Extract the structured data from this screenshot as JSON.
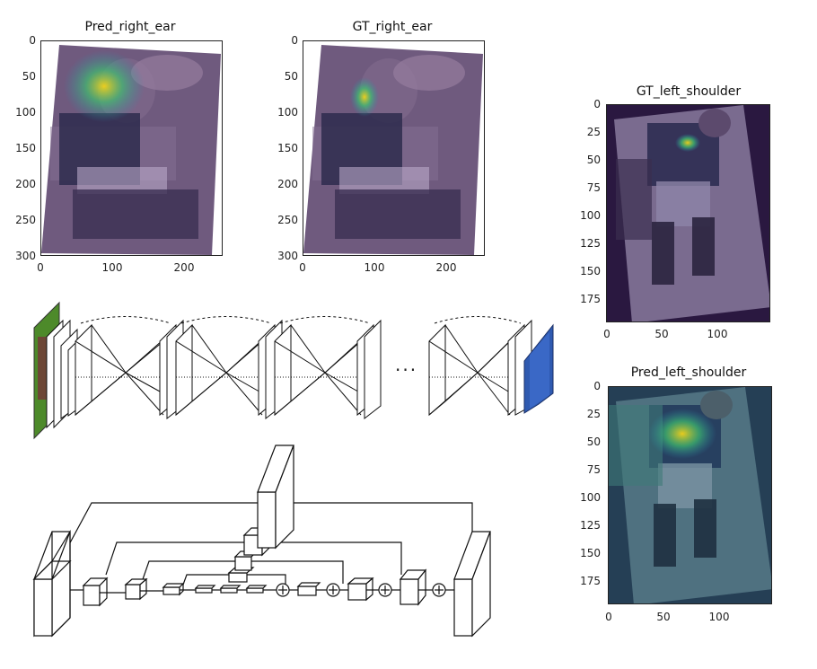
{
  "panels": {
    "pred_right_ear": {
      "title": "Pred_right_ear",
      "yticks": [
        "0",
        "50",
        "100",
        "150",
        "200",
        "250",
        "300"
      ],
      "xticks": [
        "0",
        "100",
        "200"
      ]
    },
    "gt_right_ear": {
      "title": "GT_right_ear",
      "yticks": [
        "0",
        "50",
        "100",
        "150",
        "200",
        "250",
        "300"
      ],
      "xticks": [
        "0",
        "100",
        "200"
      ]
    },
    "gt_left_shoulder": {
      "title": "GT_left_shoulder",
      "yticks": [
        "0",
        "25",
        "50",
        "75",
        "100",
        "125",
        "150",
        "175"
      ],
      "xticks": [
        "0",
        "50",
        "100"
      ]
    },
    "pred_left_shoulder": {
      "title": "Pred_left_shoulder",
      "yticks": [
        "0",
        "25",
        "50",
        "75",
        "100",
        "125",
        "150",
        "175"
      ],
      "xticks": [
        "0",
        "50",
        "100"
      ]
    }
  },
  "diagram": {
    "ellipsis": "···",
    "plus_symbol": "+"
  },
  "colors": {
    "image_tint": "#6f5a7e",
    "heatmap_hot": "#f2d21a",
    "heatmap_mid": "#3fbf6f",
    "heatmap_cool": "#2b8ca8",
    "output_volume": "#2f5ab0",
    "input_image": "#4d8a2a"
  }
}
